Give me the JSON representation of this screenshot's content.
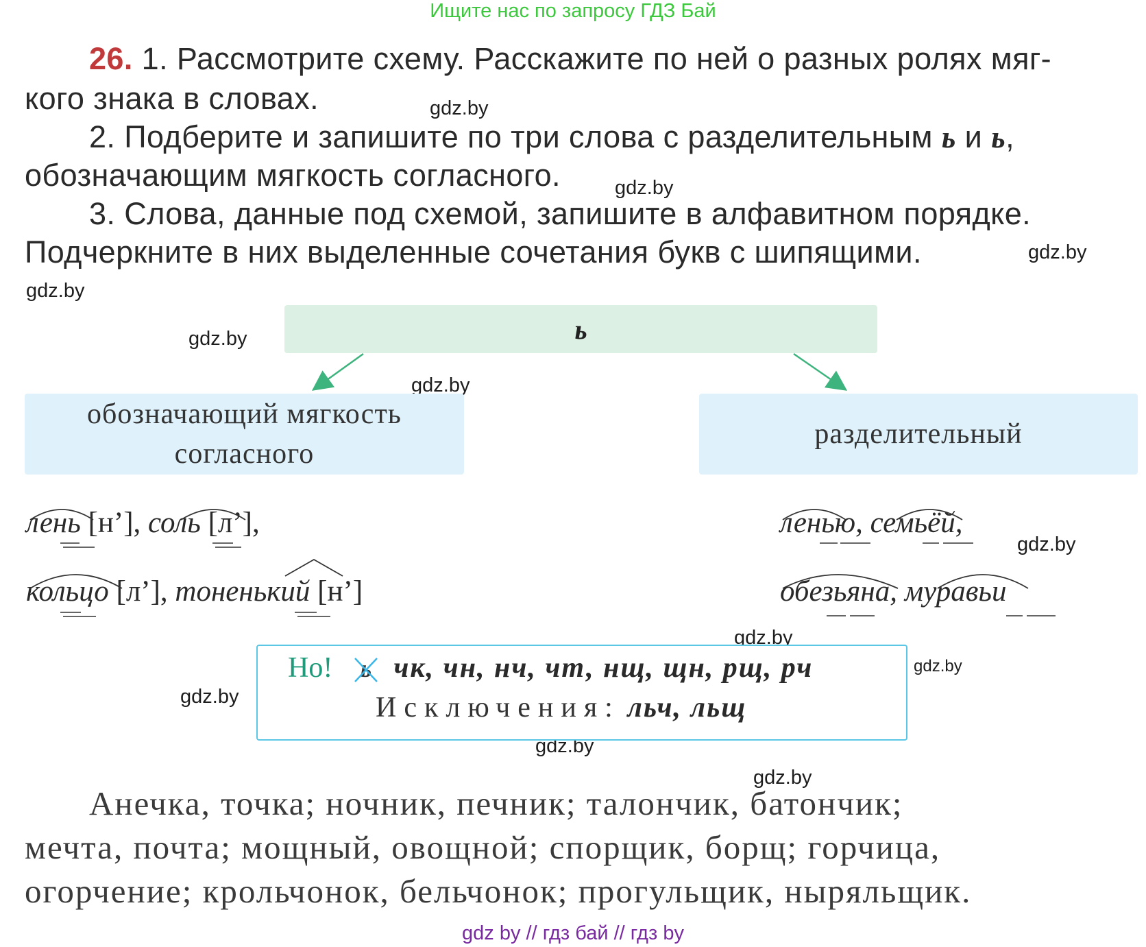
{
  "banner": "Ищите нас по запросу ГДЗ Бай",
  "task": {
    "number": "26.",
    "p1_line1": "1. Рассмотрите схему. Расскажите по ней о разных ролях мяг-",
    "p1_line2": "кого знака в словах.",
    "p2_line1_a": "2. Подберите и запишите по три слова с разделительным",
    "p2_and": "и",
    "soft_sign": "ь",
    "p2_line2": "обозначающим мягкость согласного.",
    "p3_line1": "3. Слова, данные под схемой, запишите в алфавитном порядке.",
    "p3_line2": "Подчеркните в них выделенные сочетания букв с шипящими."
  },
  "watermark": "gdz.by",
  "scheme": {
    "top": "ь",
    "left_line1": "обозначающий мягкость",
    "left_line2": "согласного",
    "right": "разделительный",
    "arrow_color": "#3db37d"
  },
  "examples_left": {
    "w1": "лень",
    "t1": "[н’],",
    "w2": "соль",
    "t2": "[л’],",
    "w3": "кольцо",
    "t3": "[л’],",
    "w4": "тоненький",
    "t4": "[н’]"
  },
  "examples_right": {
    "w1": "ленью,",
    "w2": "семьёй,",
    "w3": "обезьяна,",
    "w4": "муравьи"
  },
  "note": {
    "but": "Но!",
    "crossed": "ь",
    "combos": "чк, чн, нч, чт, нщ, щн, рщ, рч",
    "exceptions_label": "Исключения:",
    "exceptions": "льч, льщ"
  },
  "words": {
    "line1": "Анечка, точка; ночник, печник; талончик, батончик;",
    "line2": "мечта, почта; мощный, овощной; спорщик, борщ; горчица,",
    "line3": "огорчение; крольчонок, бельчонок; прогульщик, ныряльщик."
  },
  "footer": "gdz by // гдз бай // гдз by",
  "colors": {
    "number": "#c0393b",
    "banner": "#3cc83c",
    "footer": "#7a2aa0",
    "note_border": "#5bc7e6",
    "but": "#1f9a7a"
  }
}
